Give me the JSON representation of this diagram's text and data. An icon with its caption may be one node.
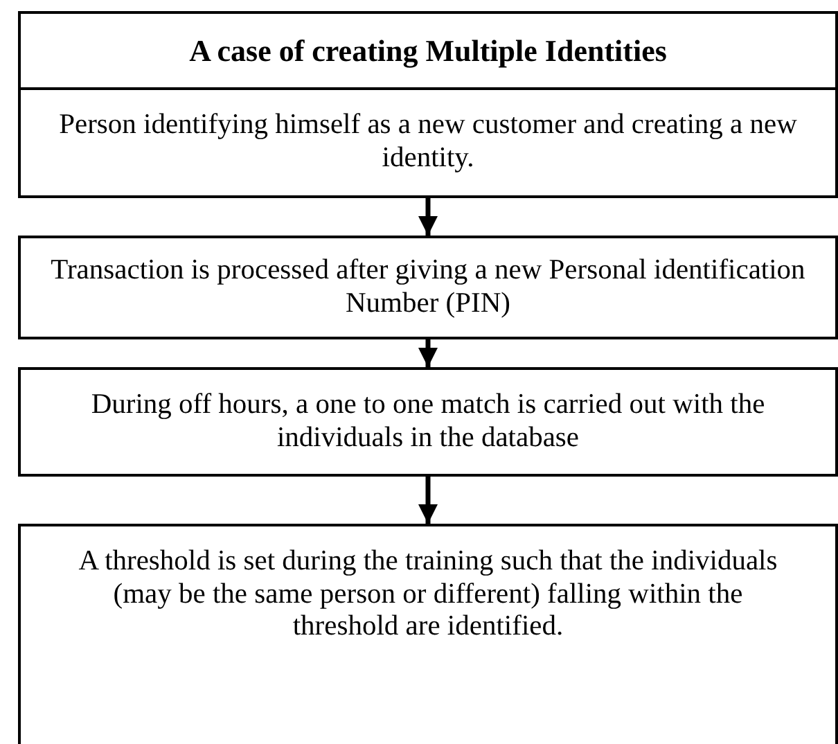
{
  "diagram": {
    "nodes": [
      {
        "text": [
          "A case of creating Multiple Identities"
        ]
      },
      {
        "text": [
          "Person identifying himself as a new customer and creating a new identity."
        ]
      },
      {
        "text": [
          "Transaction is processed after giving a new Personal identification Number (PIN)"
        ]
      },
      {
        "text": [
          "During off hours, a one to one match is carried out with the individuals in the database"
        ]
      },
      {
        "text": [
          "A threshold is set during the training such that the individuals (may be the same person or different) falling within the threshold are identified."
        ]
      }
    ],
    "edges": [
      {
        "from": 1,
        "to": 2,
        "arrow": "to"
      },
      {
        "from": 2,
        "to": 3,
        "arrow": "to"
      },
      {
        "from": 3,
        "to": 4,
        "arrow": "to"
      }
    ]
  }
}
